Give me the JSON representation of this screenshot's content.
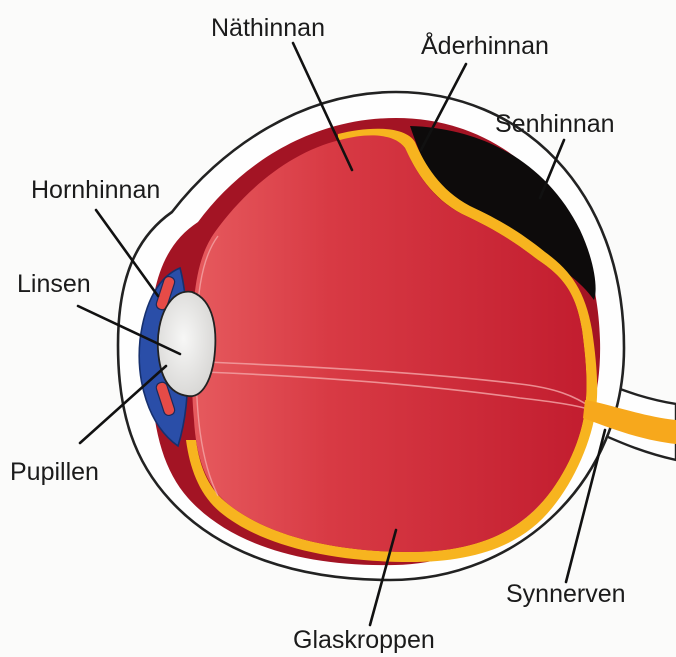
{
  "labels": {
    "nathinnan": "Näthinnan",
    "aderhinnan": "Åderhinnan",
    "senhinnan": "Senhinnan",
    "hornhinnan": "Hornhinnan",
    "linsen": "Linsen",
    "pupillen": "Pupillen",
    "synnerven": "Synnerven",
    "glaskroppen": "Glaskroppen"
  },
  "colors": {
    "background": "#fbfbfa",
    "sclera": "#fefefe",
    "vitreous": "#cc2534",
    "choroid": "#0d0b0b",
    "retina_band": "#f7b41f",
    "cornea_blue": "#2a4ea8",
    "lens": "#ecebea",
    "outline": "#222222"
  }
}
